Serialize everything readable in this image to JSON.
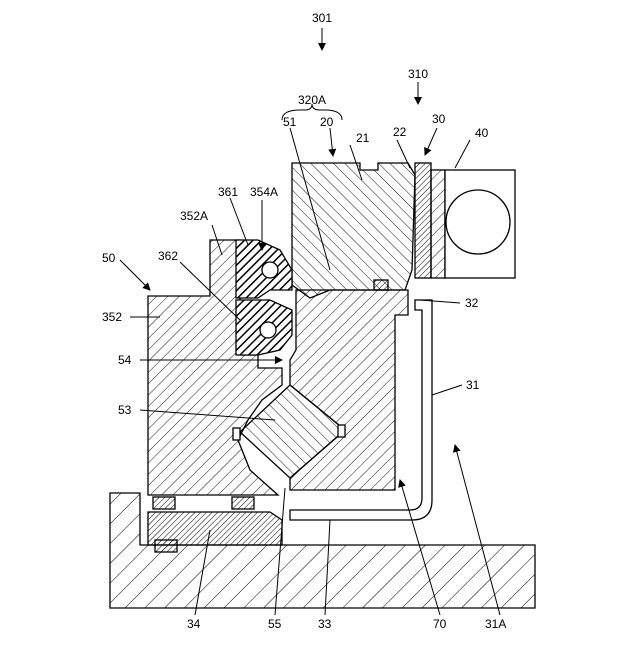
{
  "figure": {
    "assembly_label": "301",
    "subassembly_label": "310",
    "group_label": "320A",
    "labels": {
      "l20": "20",
      "l21": "21",
      "l22": "22",
      "l30": "30",
      "l40": "40",
      "l51": "51",
      "l50": "50",
      "l361": "361",
      "l354A": "354A",
      "l352A": "352A",
      "l362": "362",
      "l352": "352",
      "l54": "54",
      "l53": "53",
      "l32": "32",
      "l31": "31",
      "l34": "34",
      "l55": "55",
      "l33": "33",
      "l70": "70",
      "l31A": "31A"
    }
  },
  "colors": {
    "line": "#000000",
    "background": "#ffffff",
    "seal_fill": "#222222"
  }
}
